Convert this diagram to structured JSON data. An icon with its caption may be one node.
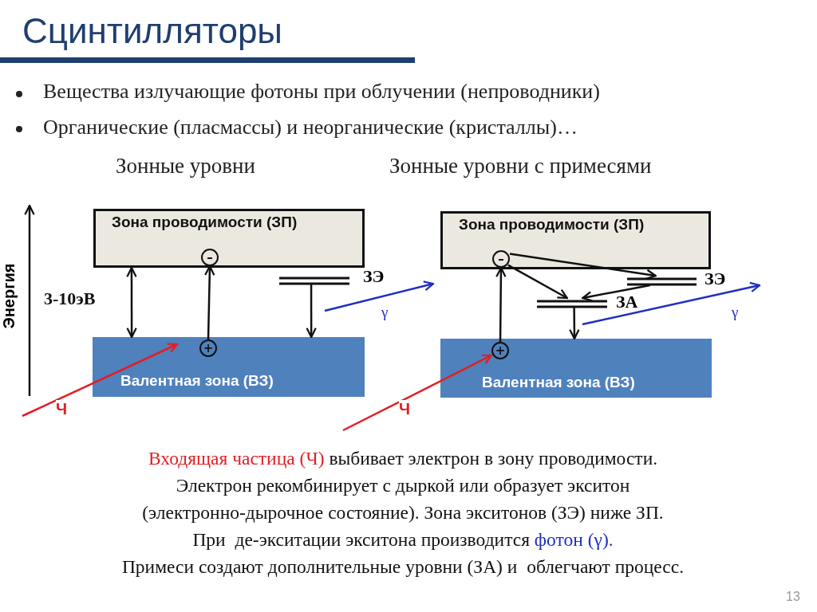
{
  "diagram": {
    "title": "Сцинтилляторы",
    "nodes": [
      {
        "text": [
          "Зона проводимости (ЗП)"
        ]
      },
      {
        "text": [
          "–"
        ],
        "in": 0
      },
      {
        "text": [
          "Валентная зона (ВЗ)"
        ]
      },
      {
        "text": [
          "+"
        ],
        "in": 2
      },
      {
        "text": [],
        "shape": "bar",
        "beside": [
          "ЗЭ"
        ]
      },
      {
        "text": [
          "Зона проводимости (ЗП)"
        ]
      },
      {
        "text": [
          "–"
        ],
        "in": 5
      },
      {
        "text": [
          "Валентная зона (ВЗ)"
        ]
      },
      {
        "text": [
          "+"
        ],
        "in": 7
      },
      {
        "text": [],
        "shape": "bar",
        "beside": [
          "ЗЭ"
        ]
      },
      {
        "text": [],
        "shape": "bar",
        "beside": [
          "ЗА"
        ]
      }
    ],
    "edges": [
      {
        "from": 0,
        "to": 2,
        "arrow": "both",
        "label": "3-10эВ"
      },
      {
        "from": 3,
        "to": 1,
        "arrow": "to"
      },
      {
        "from": 4,
        "to": 2,
        "arrow": "to"
      },
      {
        "from": null,
        "to": 2,
        "arrow": "to",
        "label": "Ч",
        "color": "#e31e24"
      },
      {
        "from": 8,
        "to": 6,
        "arrow": "to"
      },
      {
        "from": 6,
        "to": 9,
        "arrow": "to"
      },
      {
        "from": 6,
        "to": 10,
        "arrow": "to"
      },
      {
        "from": 9,
        "to": 10,
        "arrow": "to"
      },
      {
        "from": 10,
        "to": 7,
        "arrow": "to"
      },
      {
        "from": null,
        "to": 8,
        "arrow": "to",
        "label": "Ч",
        "color": "#e31e24"
      }
    ],
    "labels": [
      "Вещества излучающие фотоны при облучении (непроводники)",
      "Органические (пласмассы) и неорганические (кристаллы)…",
      "Зонные уровни",
      "Зонные уровни с примесями",
      "Энергия",
      "γ",
      "γ",
      "Входящая частица (Ч)",
      "выбивает электрон в зону проводимости.",
      "Электрон рекомбинирует с дыркой или образует экситон",
      "(электронно-дырочное состояние). Зона экситонов (ЗЭ) ниже ЗП.",
      "При  де-экситации экситона производится",
      "фотон (γ).",
      "Примеси создают дополнительные уровни (ЗА) и  облегчают процесс.",
      "13"
    ]
  }
}
